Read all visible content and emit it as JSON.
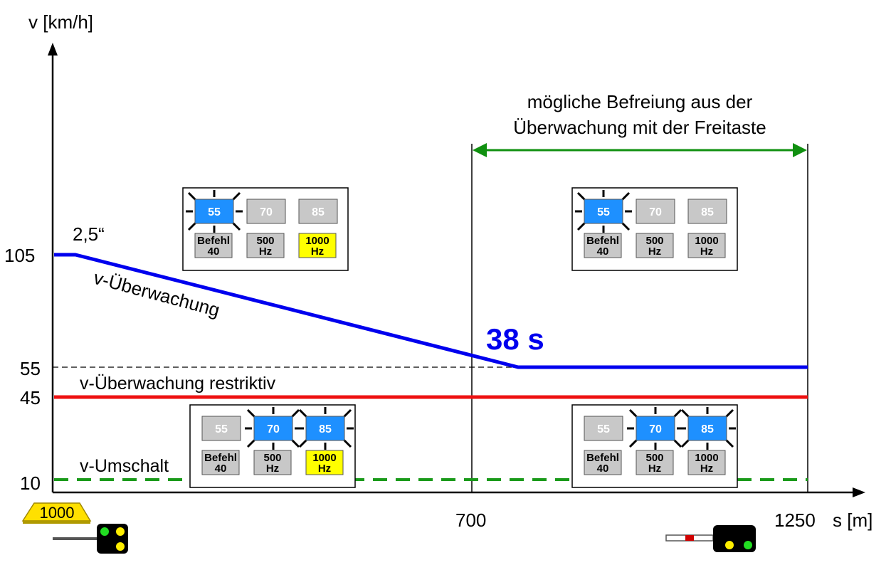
{
  "axes": {
    "y_label": "v [km/h]",
    "x_label": "s [m]",
    "y_ticks": [
      "105",
      "55",
      "45",
      "10"
    ],
    "x_ticks": [
      "700",
      "1250"
    ]
  },
  "labels": {
    "delay": "2,5“",
    "v_monitoring": "v-Überwachung",
    "v_monitoring_restrictive": "v-Überwachung restriktiv",
    "v_switch": "v-Umschalt",
    "duration": "38 s",
    "release_line1": "mögliche Befreiung aus der",
    "release_line2": "Überwachung mit der Freitaste"
  },
  "magnet_sign": "1000",
  "colors": {
    "v_monitoring": "#0000ee",
    "v_restrictive": "#ee1111",
    "v_switch": "#1a9a1a",
    "release_arrow": "#109010",
    "lamp_blue": "#1e90ff",
    "lamp_yellow": "#ffff00",
    "lamp_gray": "#c8c8c8",
    "sign_yellow": "#ffe000"
  },
  "panels": [
    {
      "top_row": [
        {
          "text": "55",
          "state": "blue-flash"
        },
        {
          "text": "70",
          "state": "off"
        },
        {
          "text": "85",
          "state": "off"
        }
      ],
      "bottom_row": [
        {
          "line1": "Befehl",
          "line2": "40",
          "state": "off"
        },
        {
          "line1": "500",
          "line2": "Hz",
          "state": "off"
        },
        {
          "line1": "1000",
          "line2": "Hz",
          "state": "yellow"
        }
      ]
    },
    {
      "top_row": [
        {
          "text": "55",
          "state": "blue-flash"
        },
        {
          "text": "70",
          "state": "off"
        },
        {
          "text": "85",
          "state": "off"
        }
      ],
      "bottom_row": [
        {
          "line1": "Befehl",
          "line2": "40",
          "state": "off"
        },
        {
          "line1": "500",
          "line2": "Hz",
          "state": "off"
        },
        {
          "line1": "1000",
          "line2": "Hz",
          "state": "off"
        }
      ]
    },
    {
      "top_row": [
        {
          "text": "55",
          "state": "off"
        },
        {
          "text": "70",
          "state": "blue-flash"
        },
        {
          "text": "85",
          "state": "blue-flash"
        }
      ],
      "bottom_row": [
        {
          "line1": "Befehl",
          "line2": "40",
          "state": "off"
        },
        {
          "line1": "500",
          "line2": "Hz",
          "state": "off"
        },
        {
          "line1": "1000",
          "line2": "Hz",
          "state": "yellow"
        }
      ]
    },
    {
      "top_row": [
        {
          "text": "55",
          "state": "off"
        },
        {
          "text": "70",
          "state": "blue-flash"
        },
        {
          "text": "85",
          "state": "blue-flash"
        }
      ],
      "bottom_row": [
        {
          "line1": "Befehl",
          "line2": "40",
          "state": "off"
        },
        {
          "line1": "500",
          "line2": "Hz",
          "state": "off"
        },
        {
          "line1": "1000",
          "line2": "Hz",
          "state": "off"
        }
      ]
    }
  ],
  "signals": [
    {
      "lamps": [
        "green",
        "yellow",
        "off",
        "yellow"
      ]
    },
    {
      "lamps": [
        "yellow",
        "green"
      ]
    }
  ]
}
